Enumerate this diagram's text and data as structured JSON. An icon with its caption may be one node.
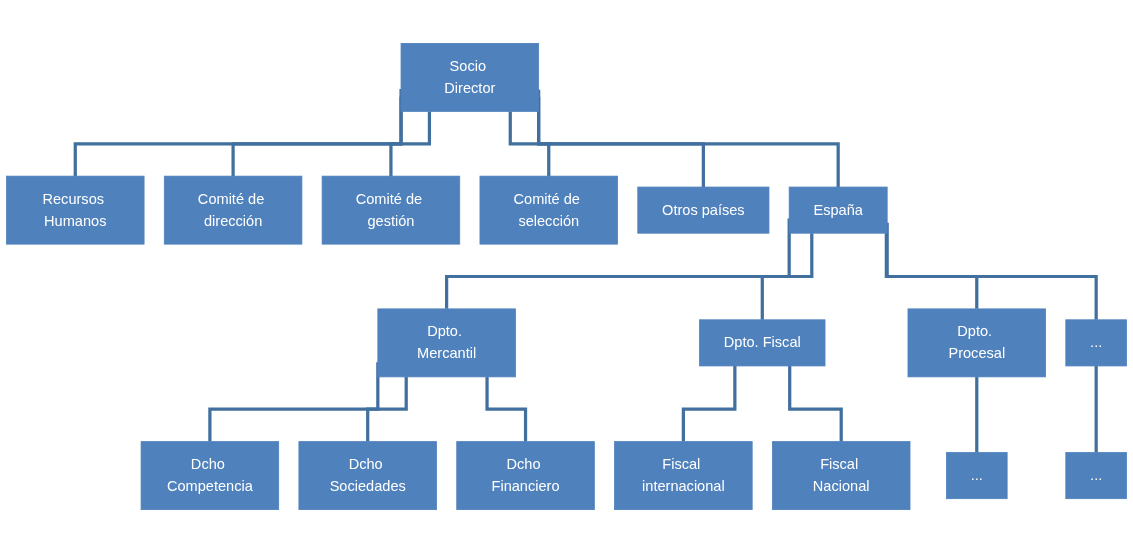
{
  "diagram": {
    "nodes": [
      {
        "text": [
          "Socio Director"
        ]
      },
      {
        "text": [
          "Recursos Humanos"
        ]
      },
      {
        "text": [
          "Comité de dirección"
        ]
      },
      {
        "text": [
          "Comité de gestión"
        ]
      },
      {
        "text": [
          "Comité de selección"
        ]
      },
      {
        "text": [
          "Otros países"
        ]
      },
      {
        "text": [
          "España"
        ]
      },
      {
        "text": [
          "Dpto. Mercantil"
        ]
      },
      {
        "text": [
          "Dpto. Fiscal"
        ]
      },
      {
        "text": [
          "Dpto. Procesal"
        ]
      },
      {
        "text": [
          "..."
        ]
      },
      {
        "text": [
          "Dcho Competencia"
        ]
      },
      {
        "text": [
          "Dcho Sociedades"
        ]
      },
      {
        "text": [
          "Dcho Financiero"
        ]
      },
      {
        "text": [
          "Fiscal internacional"
        ]
      },
      {
        "text": [
          "Fiscal Nacional"
        ]
      },
      {
        "text": [
          "..."
        ]
      },
      {
        "text": [
          "..."
        ]
      }
    ],
    "edges": [
      {
        "from": 0,
        "to": 1,
        "arrow": "none"
      },
      {
        "from": 0,
        "to": 2,
        "arrow": "none"
      },
      {
        "from": 0,
        "to": 3,
        "arrow": "none"
      },
      {
        "from": 0,
        "to": 4,
        "arrow": "none"
      },
      {
        "from": 0,
        "to": 5,
        "arrow": "none"
      },
      {
        "from": 0,
        "to": 6,
        "arrow": "none"
      },
      {
        "from": 6,
        "to": 7,
        "arrow": "none"
      },
      {
        "from": 6,
        "to": 8,
        "arrow": "none"
      },
      {
        "from": 6,
        "to": 9,
        "arrow": "none"
      },
      {
        "from": 6,
        "to": 10,
        "arrow": "none"
      },
      {
        "from": 7,
        "to": 11,
        "arrow": "none"
      },
      {
        "from": 7,
        "to": 12,
        "arrow": "none"
      },
      {
        "from": 7,
        "to": 13,
        "arrow": "none"
      },
      {
        "from": 8,
        "to": 14,
        "arrow": "none"
      },
      {
        "from": 8,
        "to": 15,
        "arrow": "none"
      },
      {
        "from": 9,
        "to": 16,
        "arrow": "none"
      },
      {
        "from": 10,
        "to": 17,
        "arrow": "none"
      }
    ]
  }
}
